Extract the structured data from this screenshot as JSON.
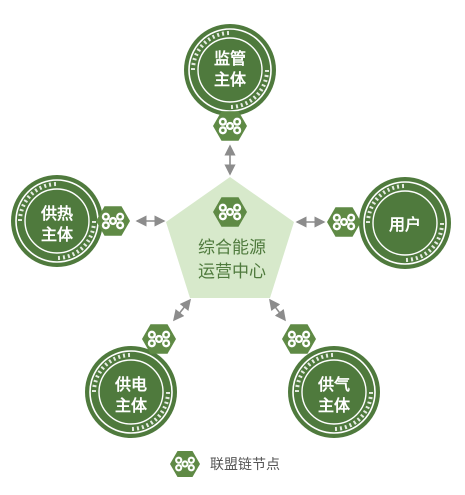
{
  "center": {
    "line1": "综合能源",
    "line2": "运营中心"
  },
  "entities": {
    "top": {
      "line1": "监管",
      "line2": "主体"
    },
    "left": {
      "line1": "供热",
      "line2": "主体"
    },
    "right": {
      "line1": "用户",
      "line2": ""
    },
    "bottom_left": {
      "line1": "供电",
      "line2": "主体"
    },
    "bottom_right": {
      "line1": "供气",
      "line2": "主体"
    }
  },
  "legend": {
    "label": "联盟链节点",
    "icon": "blockchain-node-icon"
  },
  "colors": {
    "entity_green": "#4f7a3d",
    "pentagon_fill": "#d7e9cb",
    "node_green": "#5f8a45",
    "arrow_gray": "#8c8c8c"
  }
}
